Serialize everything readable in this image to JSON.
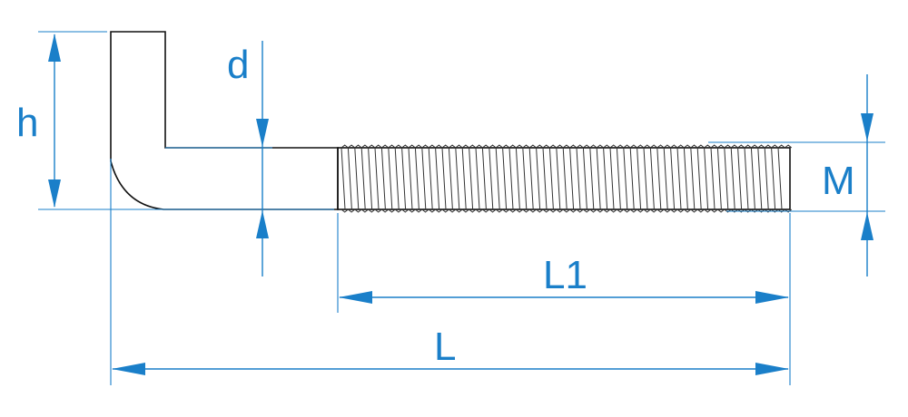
{
  "labels": {
    "h": "h",
    "d": "d",
    "M": "M",
    "L1": "L1",
    "L": "L"
  },
  "colors": {
    "dimension": "#1a7fc9",
    "outline": "#111111"
  }
}
